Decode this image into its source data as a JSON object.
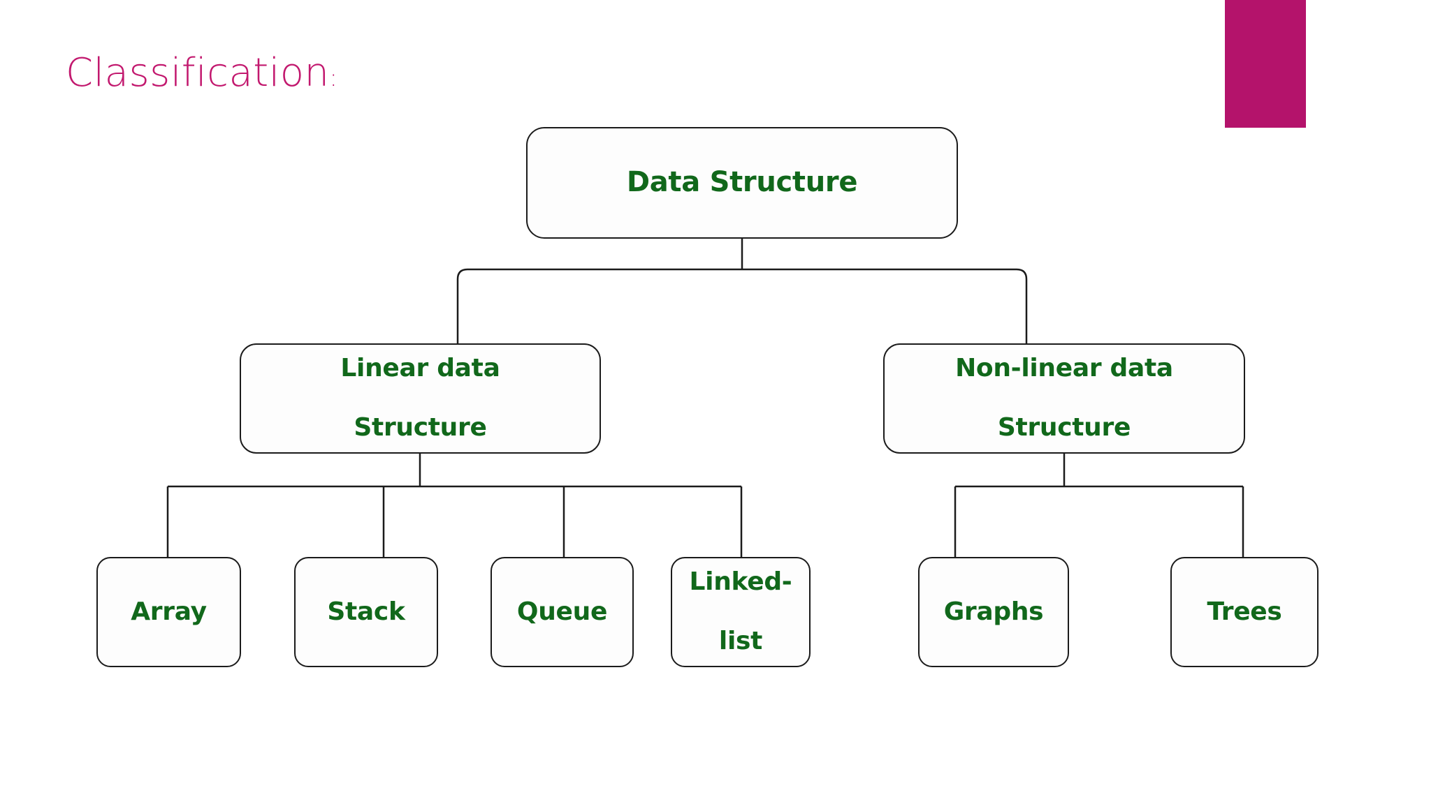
{
  "slide": {
    "title": "Classification",
    "title_colon": ":",
    "background_color": "#ffffff",
    "accent_color": "#b4136b",
    "title_color": "#c2186e",
    "node_text_color": "#11681b",
    "node_border_color": "#1b1b1b"
  },
  "diagram": {
    "type": "tree",
    "root": {
      "id": "data-structure",
      "label": "Data Structure"
    },
    "level_2": [
      {
        "id": "linear-data-structure",
        "label": "Linear data Structure",
        "line1": "Linear data",
        "line2": "Structure"
      },
      {
        "id": "non-linear-data-structure",
        "label": "Non-linear data Structure",
        "line1": "Non-linear data",
        "line2": "Structure"
      }
    ],
    "level_3_left": [
      {
        "id": "array",
        "label": "Array"
      },
      {
        "id": "stack",
        "label": "Stack"
      },
      {
        "id": "queue",
        "label": "Queue"
      },
      {
        "id": "linked-list",
        "label": "Linked-list",
        "line1": "Linked-",
        "line2": "list"
      }
    ],
    "level_3_right": [
      {
        "id": "graphs",
        "label": "Graphs"
      },
      {
        "id": "trees",
        "label": "Trees"
      }
    ]
  }
}
